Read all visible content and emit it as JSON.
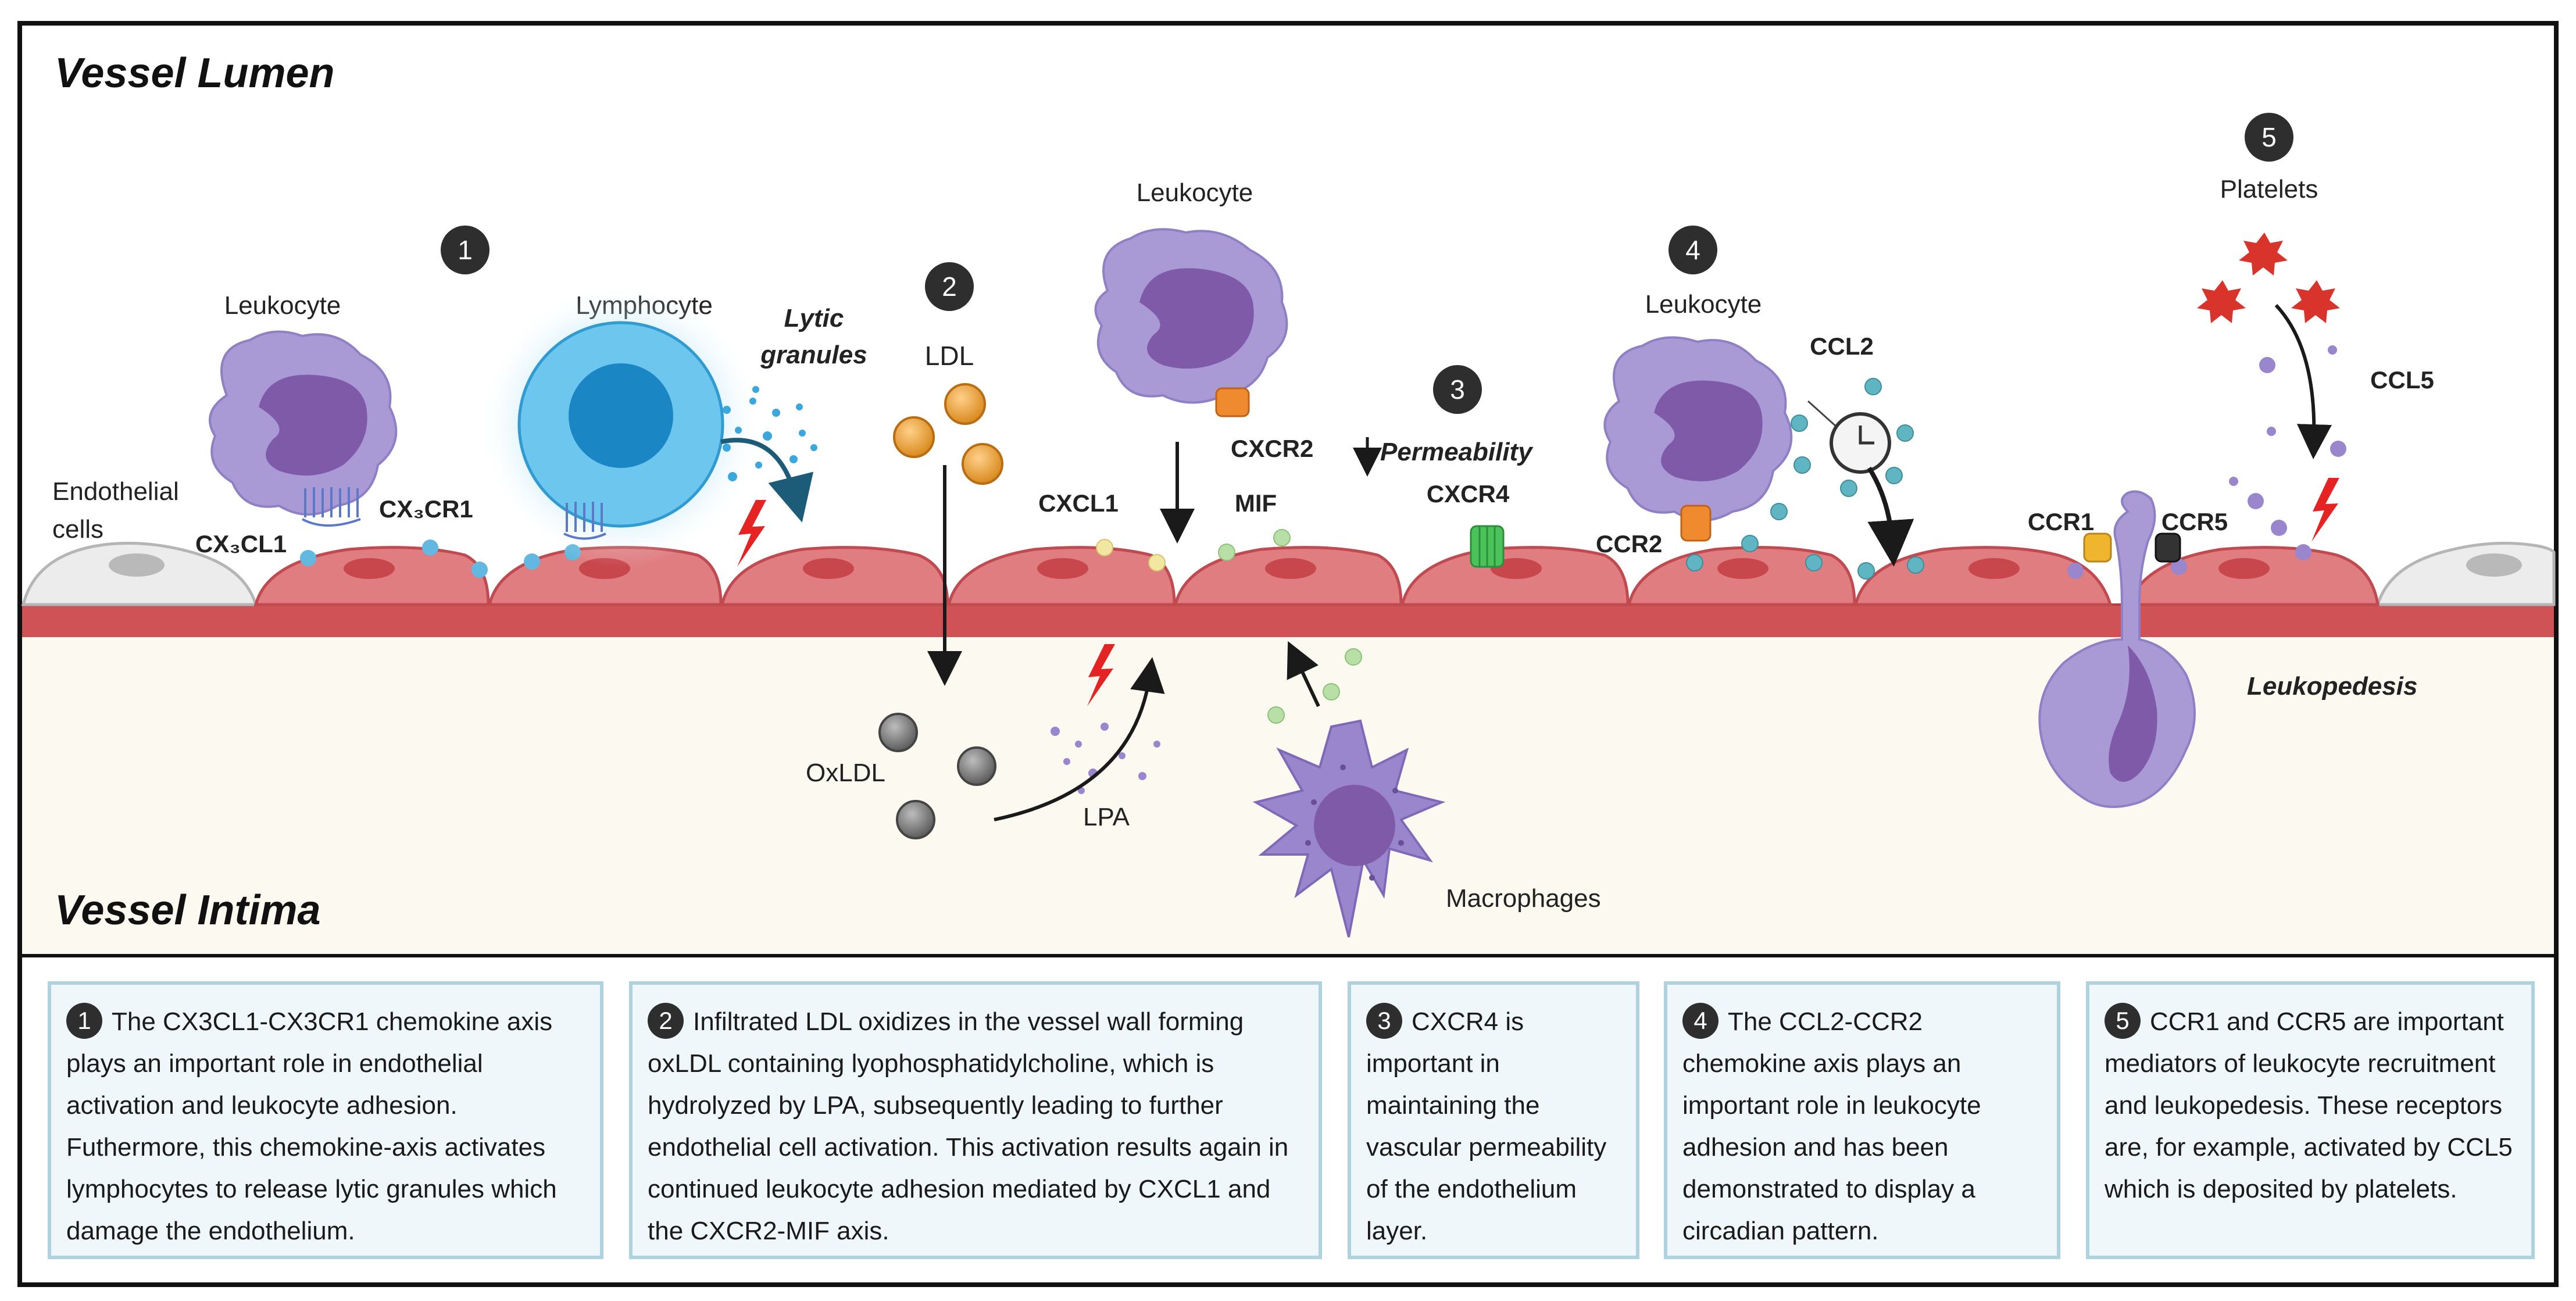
{
  "sections": {
    "lumen_title": "Vessel Lumen",
    "intima_title": "Vessel Intima"
  },
  "labels": {
    "endothelial_cells_line1": "Endothelial",
    "endothelial_cells_line2": "cells",
    "leukocyte_1": "Leukocyte",
    "lymphocyte": "Lymphocyte",
    "lytic_granules_line1": "Lytic",
    "lytic_granules_line2": "granules",
    "cx3cl1": "CX₃CL1",
    "cx3cr1": "CX₃CR1",
    "ldl": "LDL",
    "oxldl": "OxLDL",
    "lpa": "LPA",
    "leukocyte_2": "Leukocyte",
    "cxcr2": "CXCR2",
    "cxcl1": "CXCL1",
    "mif": "MIF",
    "permeability": "Permeability",
    "cxcr4": "CXCR4",
    "macrophages": "Macrophages",
    "leukocyte_4": "Leukocyte",
    "ccl2": "CCL2",
    "ccr2": "CCR2",
    "platelets": "Platelets",
    "ccl5": "CCL5",
    "ccr1": "CCR1",
    "ccr5": "CCR5",
    "leukopedesis": "Leukopedesis"
  },
  "step_numbers": [
    "1",
    "2",
    "3",
    "4",
    "5"
  ],
  "legend": [
    {
      "num": "1",
      "text": "The CX3CL1-CX3CR1 chemokine axis plays an important role in endothelial activation and leukocyte adhesion. Futhermore, this chemokine-axis activates lymphocytes to release lytic granules which damage the endothelium."
    },
    {
      "num": "2",
      "text": "Infiltrated LDL oxidizes in the vessel wall forming oxLDL containing lyophosphatidylcholine, which is hydrolyzed by LPA, subsequently leading to further endothelial cell activation. This activation results again in continued leukocyte adhesion mediated by CXCL1 and the CXCR2-MIF axis."
    },
    {
      "num": "3",
      "text": "CXCR4 is important in maintaining the vascular permeability of the endothelium layer."
    },
    {
      "num": "4",
      "text": "The CCL2-CCR2 chemokine axis plays an important role in leukocyte adhesion and has been demonstrated to display a circadian pattern."
    },
    {
      "num": "5",
      "text": "CCR1 and CCR5 are important mediators of leukocyte recruitment and leukopedesis. These receptors are, for example, activated by CCL5 which is deposited by platelets."
    }
  ],
  "colors": {
    "endothelium": "#e07d81",
    "nucleus": "#c8474d",
    "vessel_wall": "#cf5256",
    "intima_bg": "#fcf9f0",
    "leukocyte": "#a99ad6",
    "leukocyte_nucleus": "#7f5aa8",
    "lymphocyte": "#3aa8dc",
    "legend_border": "#aed3df",
    "legend_bg": "#f0f7fa"
  }
}
